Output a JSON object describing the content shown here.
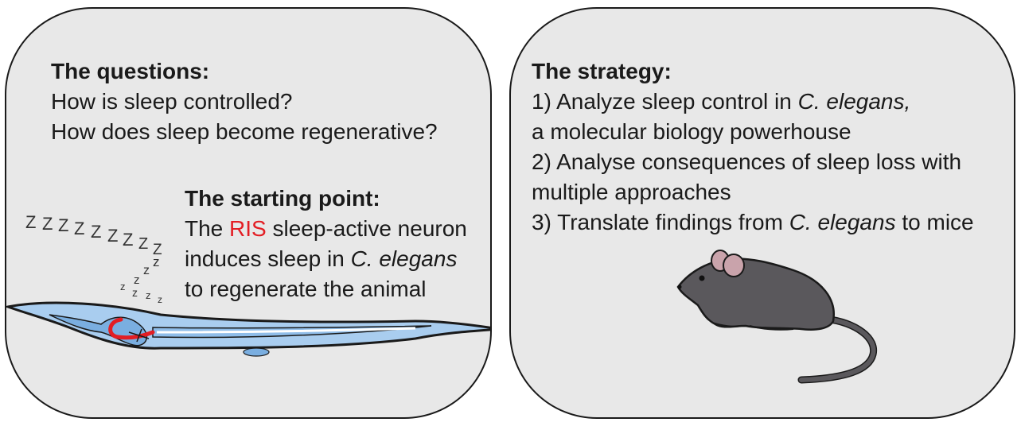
{
  "left_panel": {
    "questions_heading": "The questions:",
    "questions": [
      "How is sleep controlled?",
      "How does sleep become regenerative?"
    ],
    "starting_heading": "The starting point:",
    "starting_line1_pre": "The ",
    "starting_line1_red": "RIS",
    "starting_line1_post": " sleep-active neuron",
    "starting_line2_pre": "induces sleep in ",
    "starting_line2_it": "C. elegans",
    "starting_line3": "to regenerate the animal",
    "zzz": [
      "Z",
      "Z",
      "Z",
      "Z",
      "Z",
      "Z",
      "Z",
      "Z",
      "Z",
      "z",
      "z",
      "z",
      "z",
      "z",
      "z",
      "z"
    ]
  },
  "right_panel": {
    "strategy_heading": "The strategy:",
    "s1_pre": "1) Analyze sleep control in ",
    "s1_it": "C. elegans,",
    "s1_line2": "a molecular biology powerhouse",
    "s2_line1": "2) Analyse consequences of sleep loss with",
    "s2_line2": "multiple approaches",
    "s3_pre": "3) Translate findings from ",
    "s3_it": "C. elegans",
    "s3_post": " to mice"
  },
  "colors": {
    "panel_bg": "#e8e8e8",
    "accent_red": "#e31e24",
    "worm_fill": "#a9cdef",
    "mouse_fill": "#5a585c",
    "mouse_ear": "#c9a3ab"
  }
}
